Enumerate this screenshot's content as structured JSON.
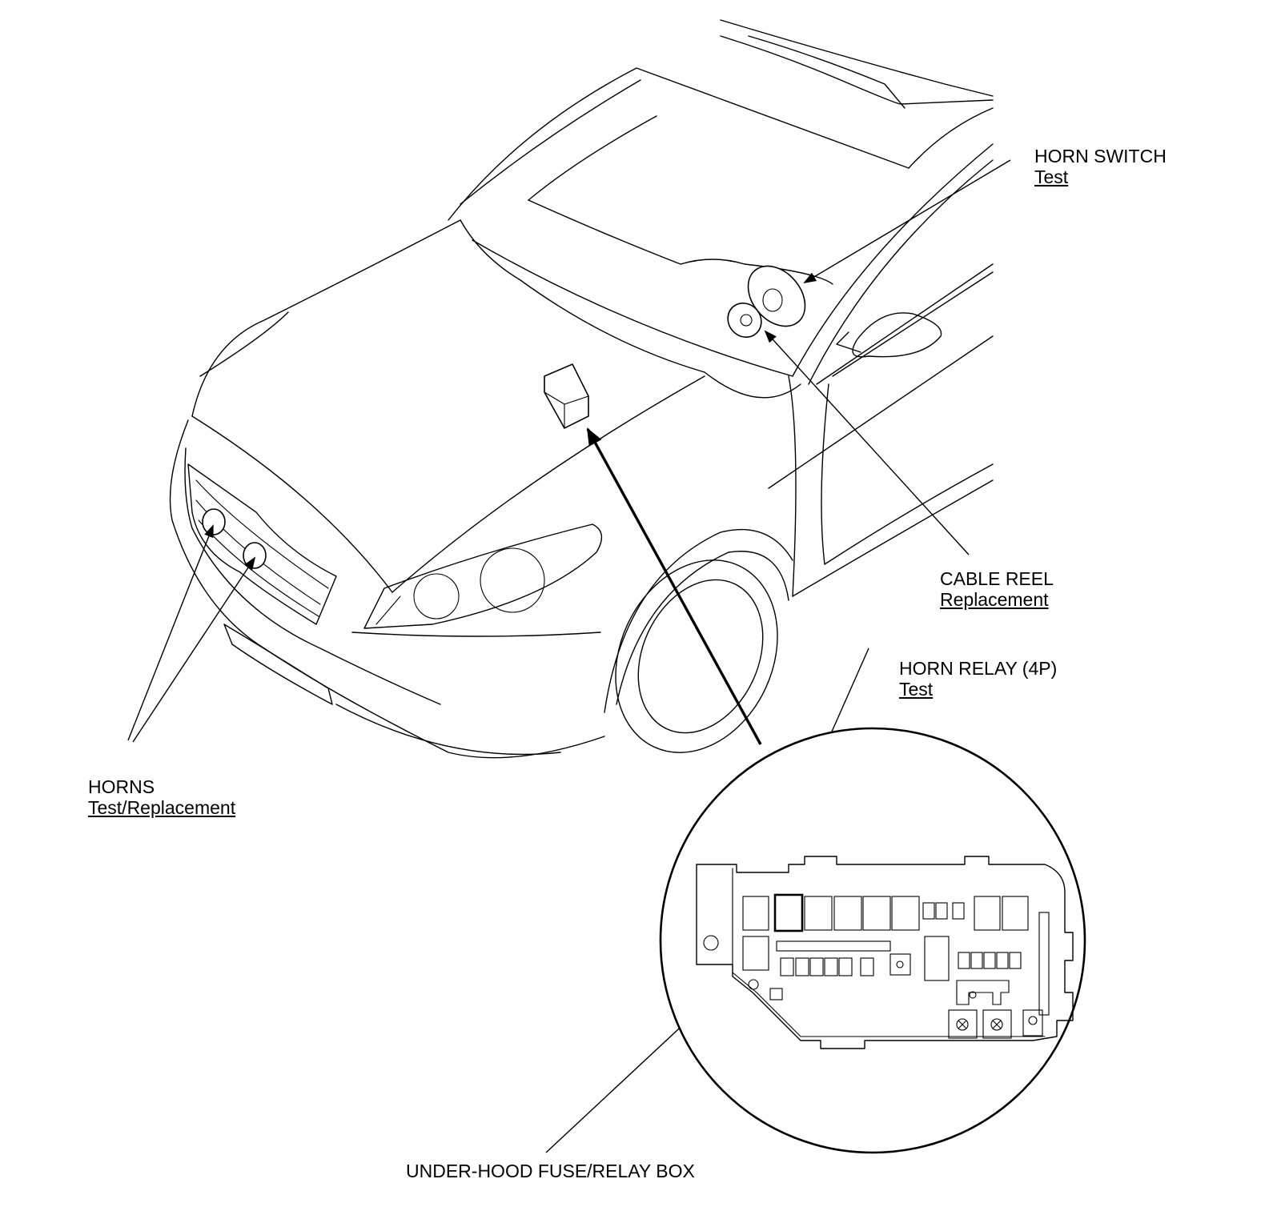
{
  "labels": {
    "horn_switch": {
      "title": "HORN SWITCH",
      "action": "Test"
    },
    "cable_reel": {
      "title": "CABLE REEL",
      "action": "Replacement"
    },
    "horn_relay": {
      "title": "HORN RELAY (4P)",
      "action": "Test"
    },
    "horns": {
      "title": "HORNS",
      "action": "Test/Replacement"
    },
    "fuse_box": {
      "title": "UNDER-HOOD FUSE/RELAY BOX"
    }
  },
  "colors": {
    "ink": "#000000",
    "paper": "#ffffff"
  }
}
